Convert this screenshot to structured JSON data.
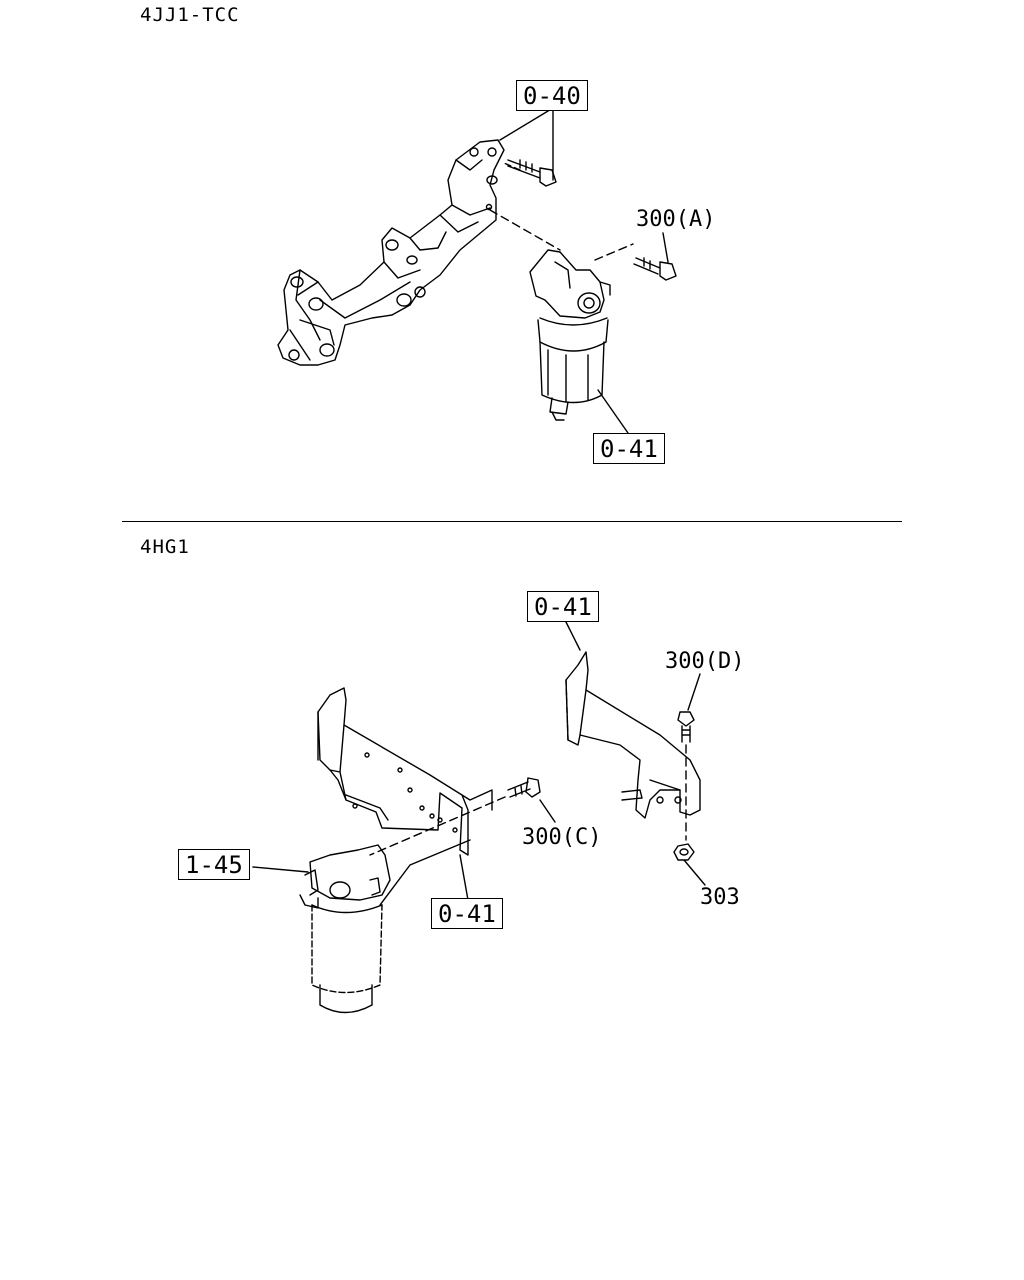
{
  "sections": [
    {
      "title": "4JJ1-TCC",
      "callouts": {
        "c040": "0-40",
        "c300a": "300(A)",
        "c041": "0-41"
      }
    },
    {
      "title": "4HG1",
      "callouts": {
        "c041top": "0-41",
        "c300d": "300(D)",
        "c300c": "300(C)",
        "c145": "1-45",
        "c041bot": "0-41",
        "c303": "303"
      }
    }
  ]
}
